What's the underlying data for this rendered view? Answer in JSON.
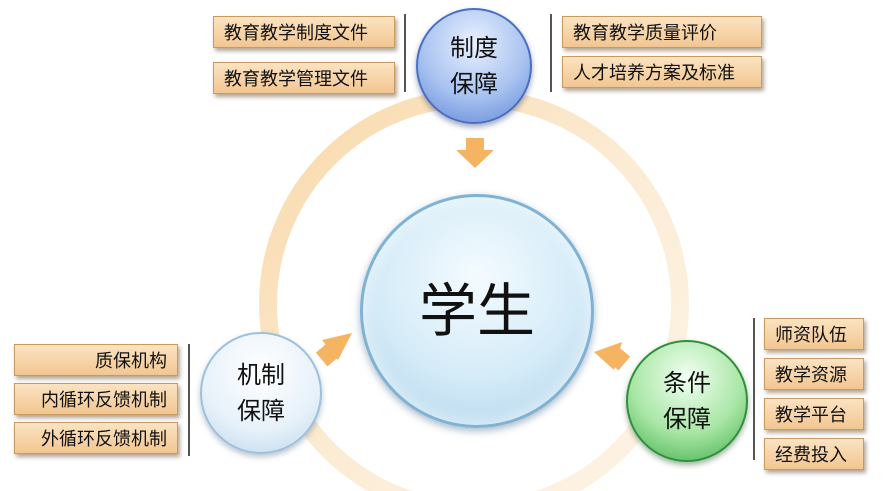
{
  "center": {
    "label": "学生"
  },
  "top_node": {
    "label": "制度\n保障",
    "left_items": [
      "教育教学制度文件",
      "教育教学管理文件"
    ],
    "right_items": [
      "教育教学质量评价",
      "人才培养方案及标准"
    ]
  },
  "left_node": {
    "label": "机制\n保障",
    "items": [
      "质保机构",
      "内循环反馈机制",
      "外循环反馈机制"
    ]
  },
  "right_node": {
    "label": "条件\n保障",
    "items": [
      "师资队伍",
      "教学资源",
      "教学平台",
      "经费投入"
    ]
  },
  "colors": {
    "ring": "#f7d8a8",
    "arrow": "#f5b461",
    "box_fill": "#f2c690"
  }
}
